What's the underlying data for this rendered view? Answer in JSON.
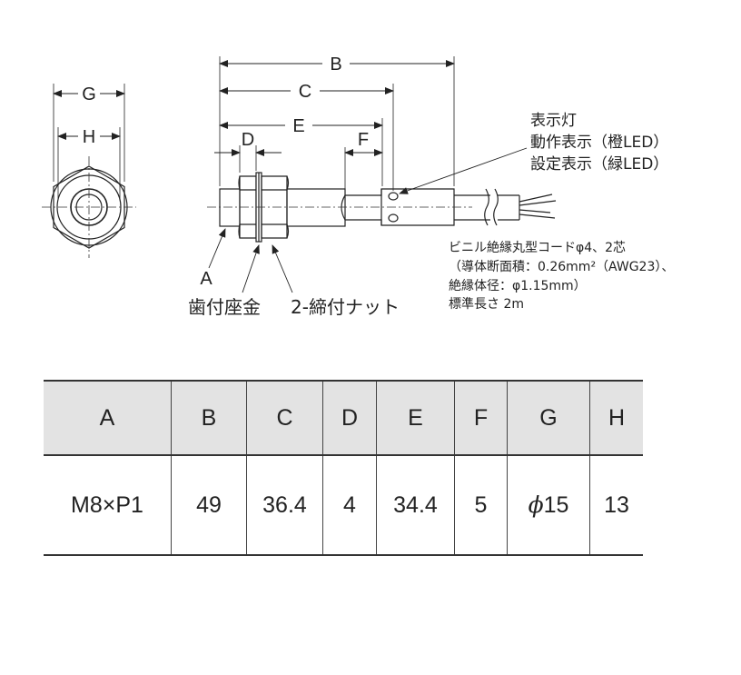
{
  "dimension_labels": {
    "B": "B",
    "C": "C",
    "D": "D",
    "E": "E",
    "F": "F",
    "G": "G",
    "H": "H",
    "A": "A"
  },
  "indicator_label": [
    "表示灯",
    "動作表示（橙LED）",
    "設定表示（緑LED）"
  ],
  "cord_note": [
    "ビニル絶縁丸型コードφ4、2芯",
    "（導体断面積：0.26mm²（AWG23）、",
    "絶縁体径：φ1.15mm）",
    "標準長さ 2m"
  ],
  "part_labels": {
    "toothed_washer": "歯付座金",
    "nut": "2-締付ナット"
  },
  "table": {
    "headers": [
      "A",
      "B",
      "C",
      "D",
      "E",
      "F",
      "G",
      "H"
    ],
    "values": [
      "M8×P1",
      "49",
      "36.4",
      "4",
      "34.4",
      "5",
      "15",
      "13"
    ],
    "phi_prefix": "ϕ"
  }
}
